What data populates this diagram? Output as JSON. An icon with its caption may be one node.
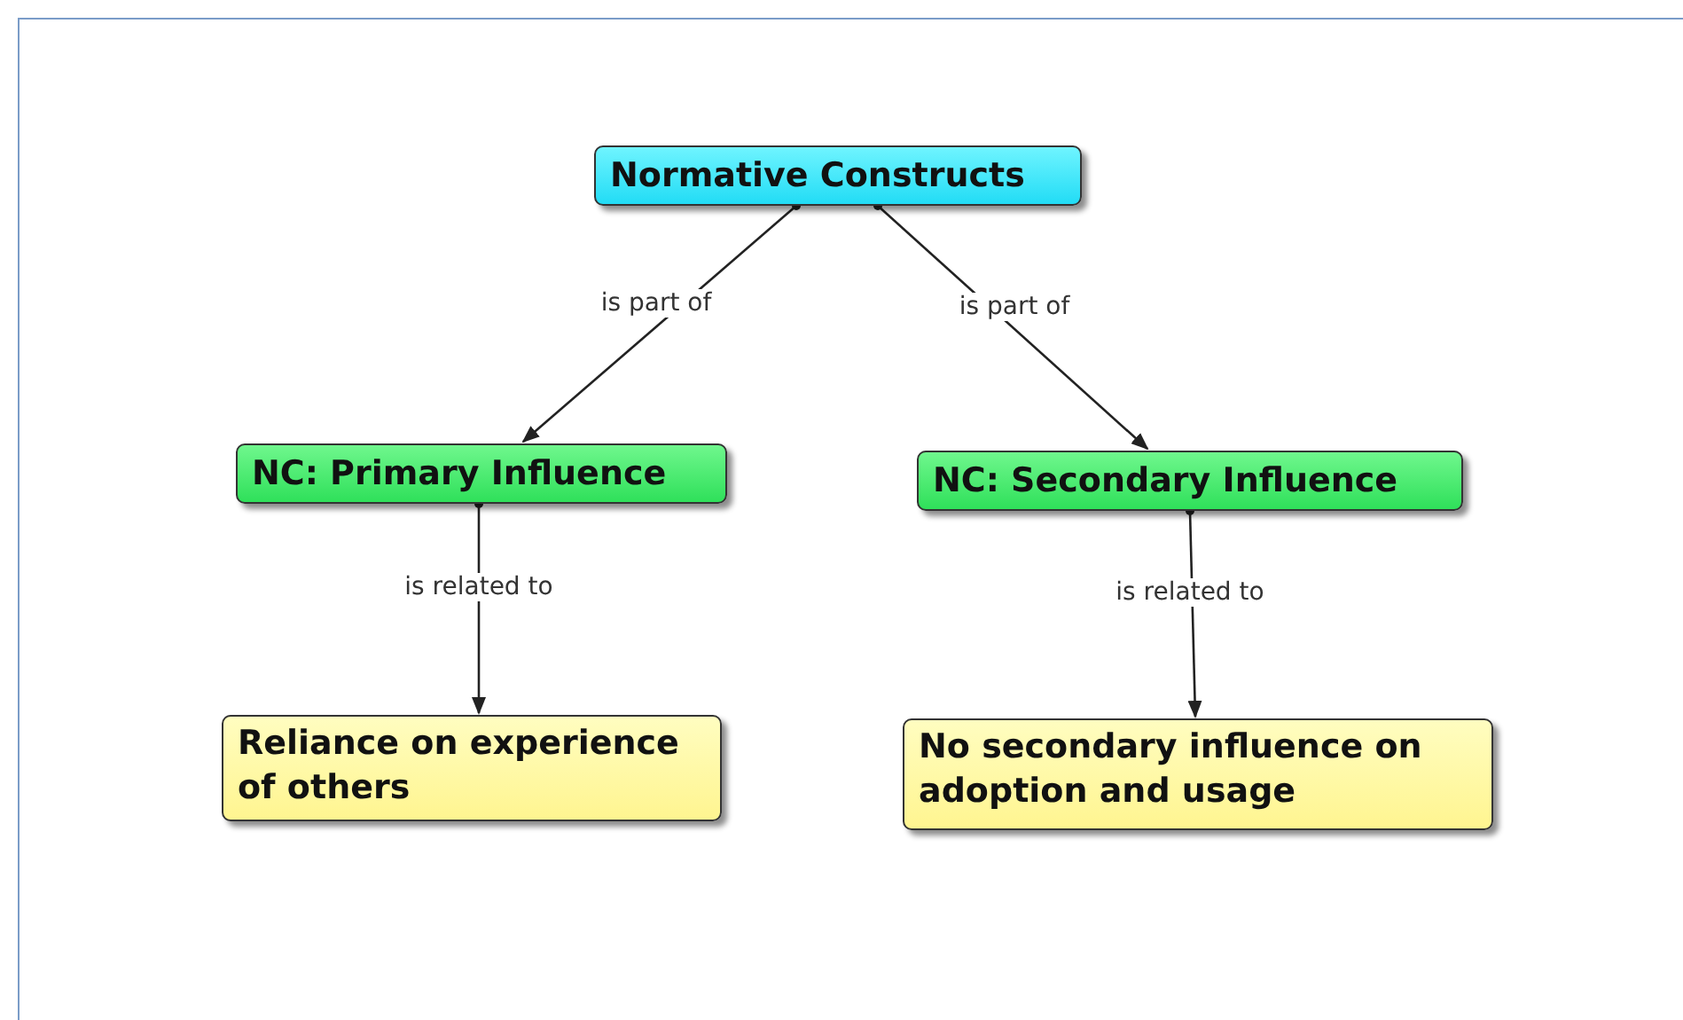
{
  "diagram": {
    "nodes": [
      {
        "text": [
          "Normative Constructs"
        ]
      },
      {
        "text": [
          "NC: Primary Influence"
        ]
      },
      {
        "text": [
          "NC: Secondary Influence"
        ]
      },
      {
        "text": [
          "Reliance on experience of others"
        ]
      },
      {
        "text": [
          "No secondary influence on adoption and usage"
        ]
      }
    ],
    "edges": [
      {
        "from": 0,
        "to": 1,
        "arrow": "to",
        "label": "is part of"
      },
      {
        "from": 0,
        "to": 2,
        "arrow": "to",
        "label": "is part of"
      },
      {
        "from": 1,
        "to": 3,
        "arrow": "to",
        "label": "is related to"
      },
      {
        "from": 2,
        "to": 4,
        "arrow": "to",
        "label": "is related to"
      }
    ]
  }
}
